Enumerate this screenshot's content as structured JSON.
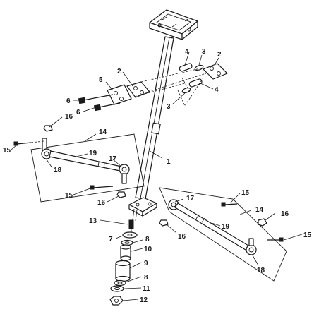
{
  "callouts": {
    "c1": "1",
    "c2a": "2",
    "c2b": "2",
    "c3a": "3",
    "c3b": "3",
    "c4a": "4",
    "c4b": "4",
    "c5": "5",
    "c6a": "6",
    "c6b": "6",
    "c7": "7",
    "c8a": "8",
    "c8b": "8",
    "c9": "9",
    "c10": "10",
    "c11": "11",
    "c12": "12",
    "c13": "13",
    "c14a": "14",
    "c14b": "14",
    "c15a": "15",
    "c15b": "15",
    "c15c": "15",
    "c15d": "15",
    "c16a": "16",
    "c16b": "16",
    "c16c": "16",
    "c16d": "16",
    "c17a": "17",
    "c17b": "17",
    "c18a": "18",
    "c18b": "18",
    "c19a": "19",
    "c19b": "19"
  }
}
